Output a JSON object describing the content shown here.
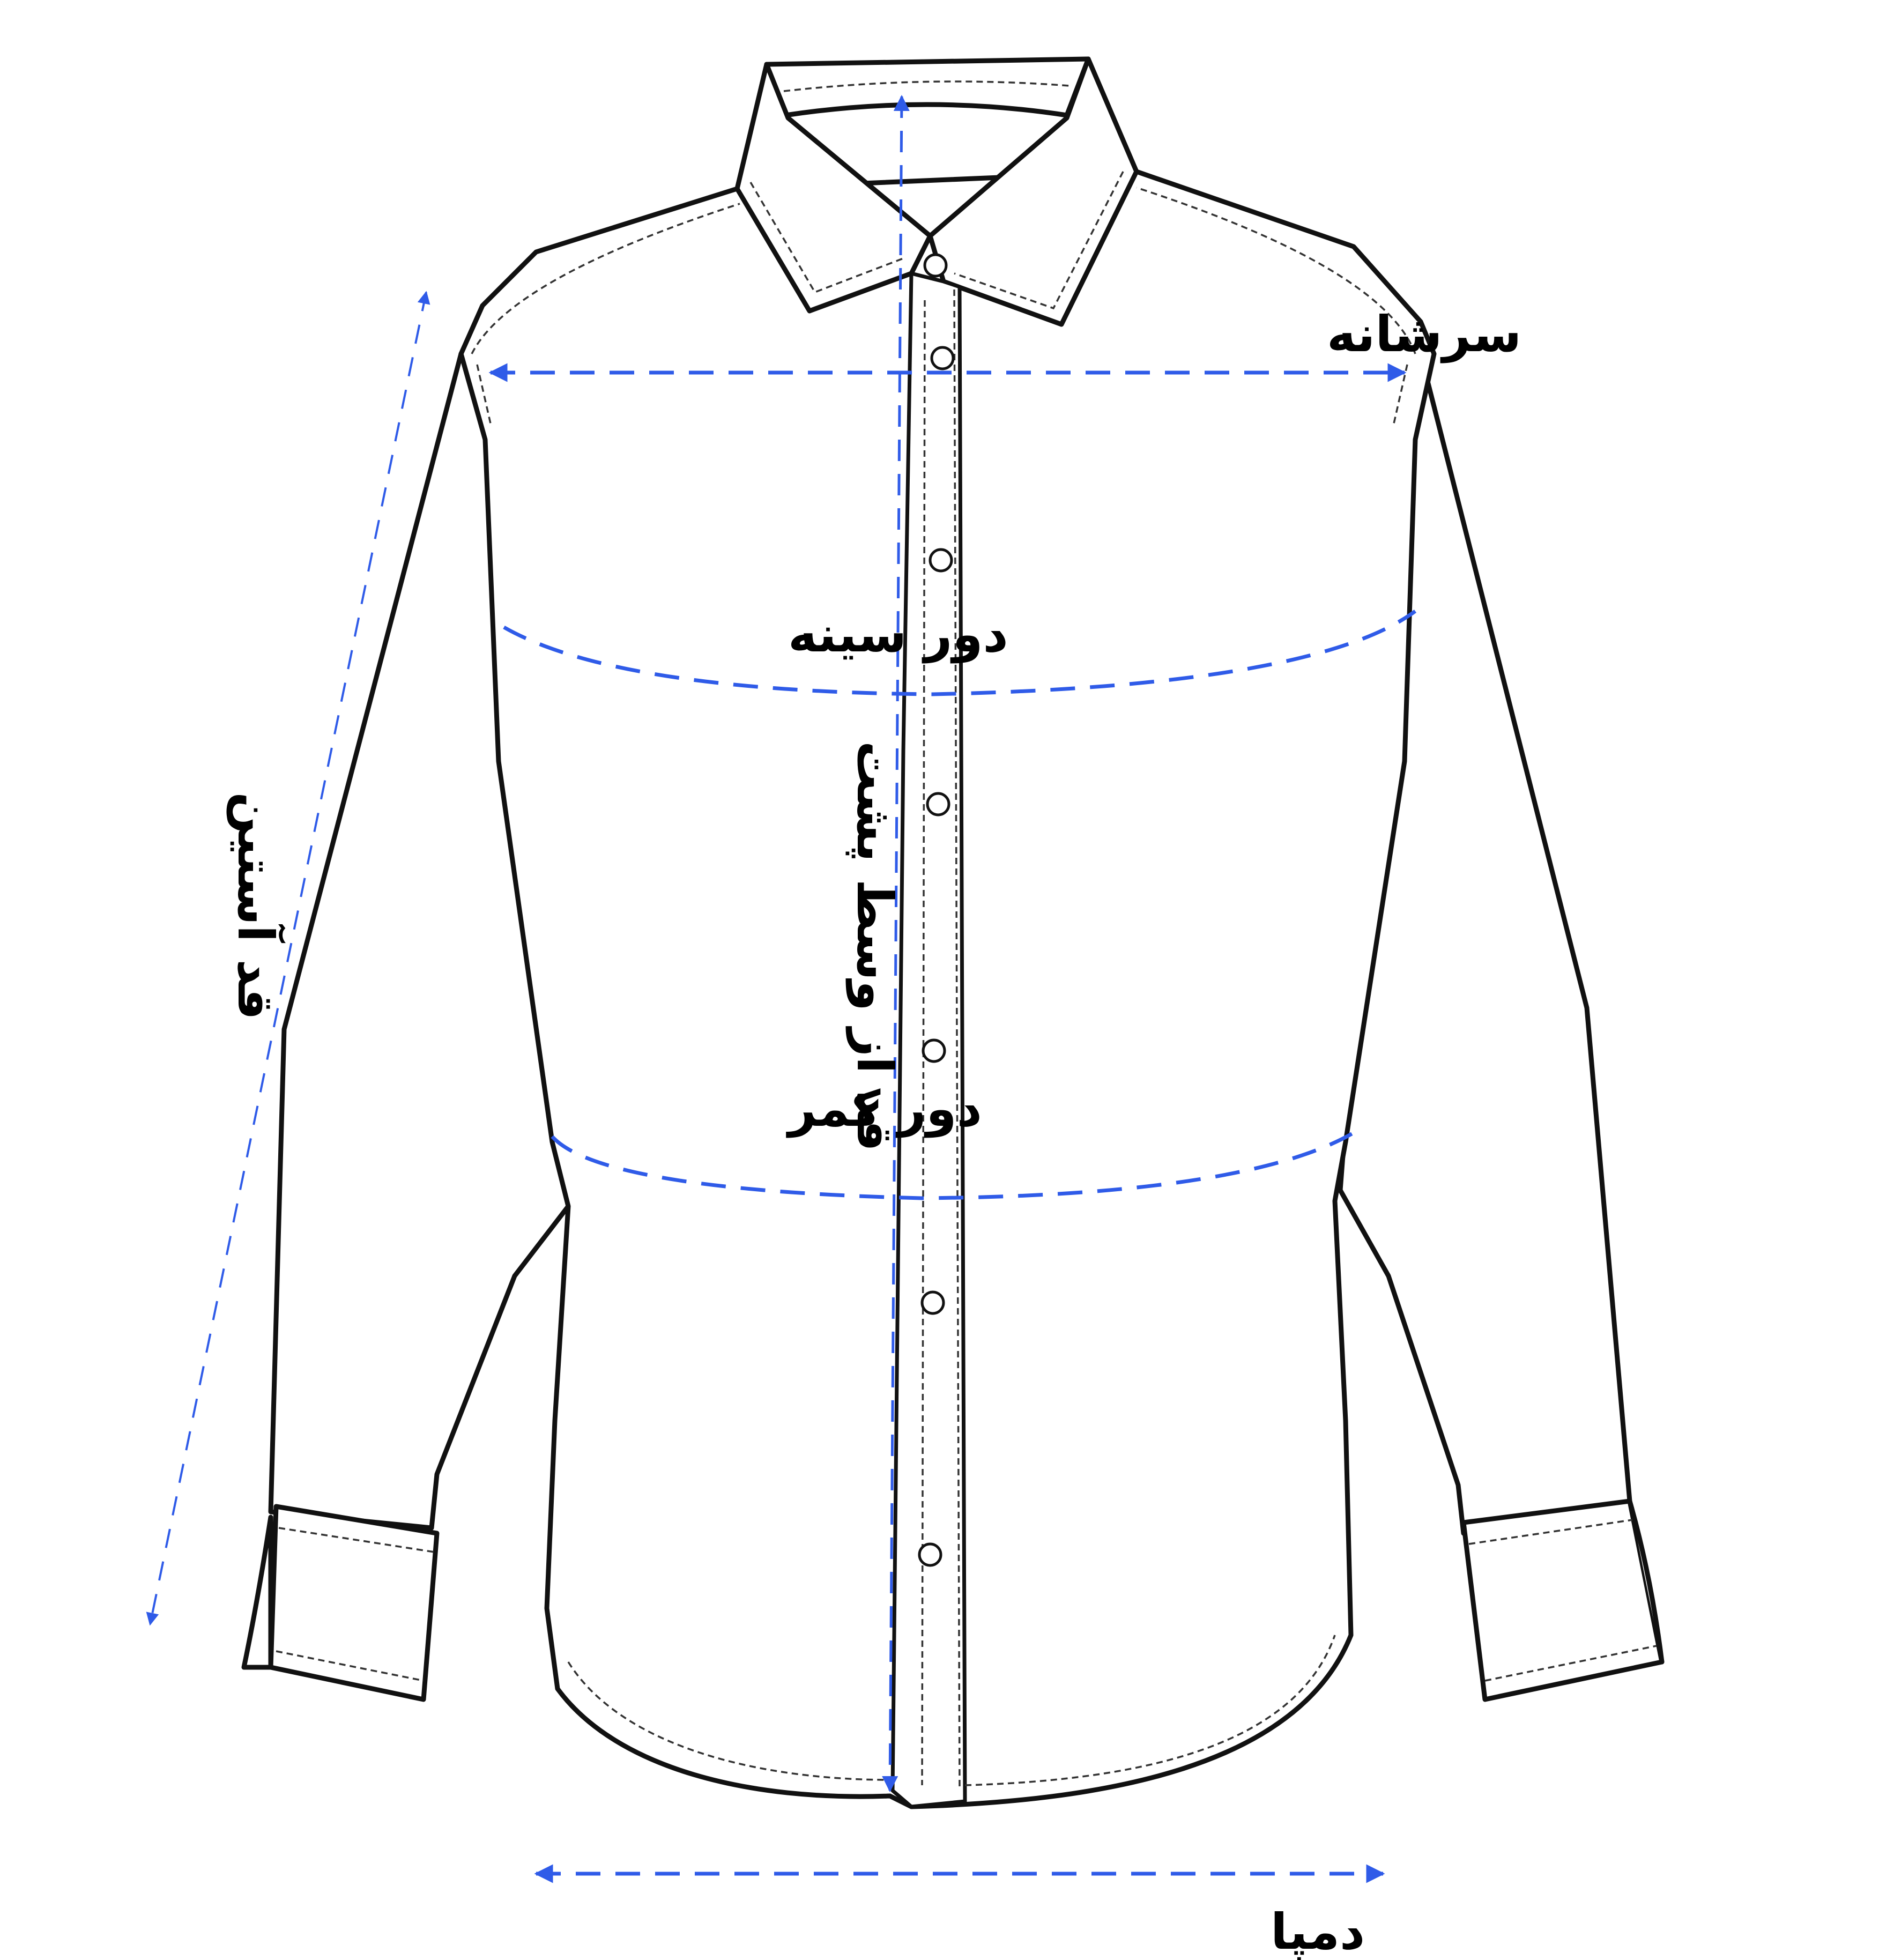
{
  "colors": {
    "outline": "#111111",
    "measurement": "#2f5be8",
    "background": "#ffffff"
  },
  "labels": {
    "shoulder": "سرشانه",
    "chest": "دور سینه",
    "waist": "دور کمر",
    "back_length": "قد از وسط پشت",
    "sleeve_length": "قد آستین",
    "hem": "دمپا"
  }
}
